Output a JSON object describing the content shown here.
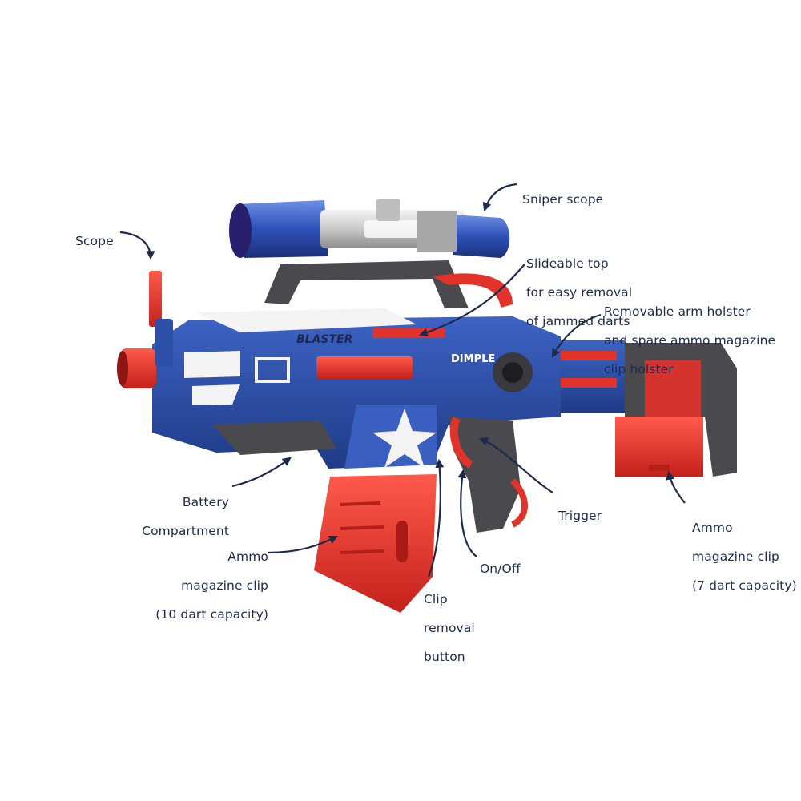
{
  "product": {
    "model_label": "BLASTER",
    "brand_label": "DIMPLE"
  },
  "colors": {
    "label_text": "#1d2a4d",
    "arrow": "#1d2a4d",
    "blaster_blue": "#2c4fa8",
    "blaster_red": "#e2332b",
    "blaster_white": "#f3f3f3",
    "blaster_grey": "#4a4a4e"
  },
  "callouts": [
    {
      "id": "scope",
      "lines": [
        "Scope"
      ]
    },
    {
      "id": "sniper-scope",
      "lines": [
        "Sniper scope"
      ]
    },
    {
      "id": "slideable-top",
      "lines": [
        "Slideable top",
        "for easy removal",
        "of jammed darts"
      ]
    },
    {
      "id": "arm-holster",
      "lines": [
        "Removable arm holster",
        "and spare ammo magazine",
        "clip holster"
      ]
    },
    {
      "id": "battery",
      "lines": [
        "Battery",
        "Compartment"
      ]
    },
    {
      "id": "trigger",
      "lines": [
        "Trigger"
      ]
    },
    {
      "id": "ammo-clip-7",
      "lines": [
        "Ammo",
        "magazine clip",
        "(7 dart capacity)"
      ]
    },
    {
      "id": "ammo-clip-10",
      "lines": [
        "Ammo",
        "magazine clip",
        "(10 dart capacity)"
      ]
    },
    {
      "id": "on-off",
      "lines": [
        "On/Off"
      ]
    },
    {
      "id": "clip-removal",
      "lines": [
        "Clip",
        "removal",
        "button"
      ]
    }
  ]
}
